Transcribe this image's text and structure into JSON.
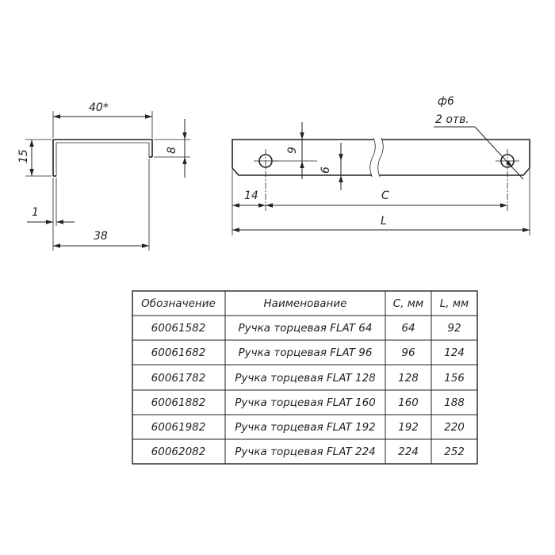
{
  "dimensions": {
    "width_40": "40*",
    "height_15": "15",
    "height_8": "8",
    "thickness_1": "1",
    "width_38": "38",
    "offset_14": "14",
    "vert_9": "9",
    "vert_6": "6",
    "hole_dia": "ф6",
    "hole_count": "2 отв.",
    "label_c": "C",
    "label_l": "L"
  },
  "table": {
    "headers": [
      "Обозначение",
      "Наименование",
      "C, мм",
      "L, мм"
    ],
    "rows": [
      [
        "60061582",
        "Ручка торцевая FLAT 64",
        "64",
        "92"
      ],
      [
        "60061682",
        "Ручка торцевая FLAT 96",
        "96",
        "124"
      ],
      [
        "60061782",
        "Ручка торцевая FLAT 128",
        "128",
        "156"
      ],
      [
        "60061882",
        "Ручка торцевая FLAT 160",
        "160",
        "188"
      ],
      [
        "60061982",
        "Ручка торцевая FLAT 192",
        "192",
        "220"
      ],
      [
        "60062082",
        "Ручка торцевая FLAT 224",
        "224",
        "252"
      ]
    ]
  }
}
